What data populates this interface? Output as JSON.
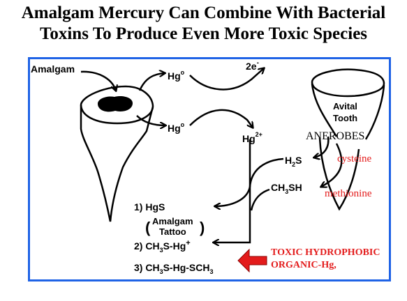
{
  "title": {
    "line1": "Amalgam Mercury Can Combine With Bacterial",
    "line2": "Toxins To Produce Even More Toxic Species"
  },
  "labels": {
    "amalgam": "Amalgam",
    "hg0": "Hg",
    "hg0_sup": "o",
    "electrons": "2e",
    "electrons_sup": "-",
    "hg2": "Hg",
    "hg2_sup": "2+",
    "avital": "Avital",
    "tooth": "Tooth",
    "anerobes": "ANEROBES",
    "h2s": "H",
    "h2s_sub": "2",
    "h2s_end": "S",
    "cysteine": "cysteine",
    "ch3sh": "CH",
    "ch3sh_sub": "3",
    "ch3sh_end": "SH",
    "methionine": "methionine",
    "p1": "1) HgS",
    "tattoo_paren_l": "(",
    "tattoo_l1": "Amalgam",
    "tattoo_l2": "Tattoo",
    "tattoo_paren_r": ")",
    "p2_a": "2) CH",
    "p2_sub": "3",
    "p2_b": "S-Hg",
    "p2_sup": "+",
    "p3_a": "3) CH",
    "p3_sub1": "3",
    "p3_b": "S-Hg-SCH",
    "p3_sub2": "3",
    "toxic_l1": "TOXIC HYDROPHOBIC",
    "toxic_l2": "ORGANIC-Hg,"
  },
  "colors": {
    "frame": "#1f63e6",
    "accent_red": "#e31b1b"
  }
}
